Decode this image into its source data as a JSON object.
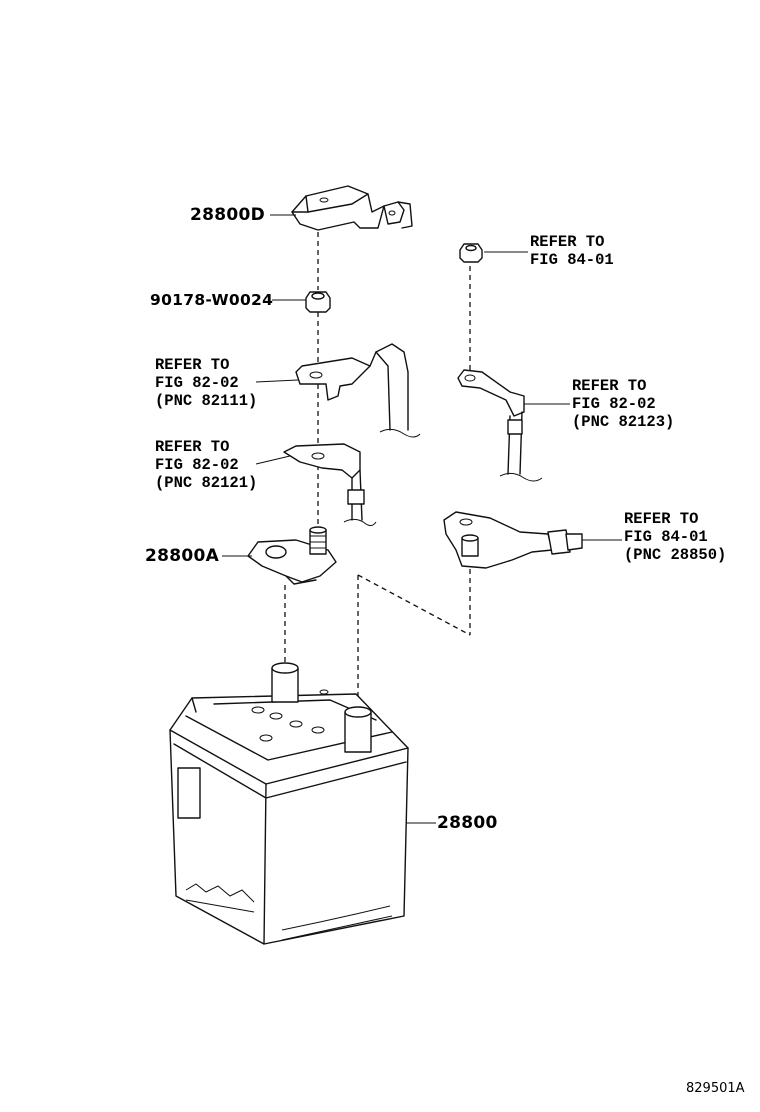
{
  "parts": {
    "terminal_cover": "28800D",
    "nut_pos": "90178-W0024",
    "pos_clamp": "28800A",
    "battery": "28800"
  },
  "refs": {
    "nut_neg": "REFER TO\nFIG 84-01",
    "cable_82111": "REFER TO\nFIG 82-02\n(PNC 82111)",
    "cable_82121": "REFER TO\nFIG 82-02\n(PNC 82121)",
    "cable_82123": "REFER TO\nFIG 82-02\n(PNC 82123)",
    "neg_clamp_28850": "REFER TO\nFIG 84-01\n(PNC 28850)"
  },
  "illustration_id": "829501A",
  "colors": {
    "line": "#111111",
    "background": "#ffffff"
  }
}
